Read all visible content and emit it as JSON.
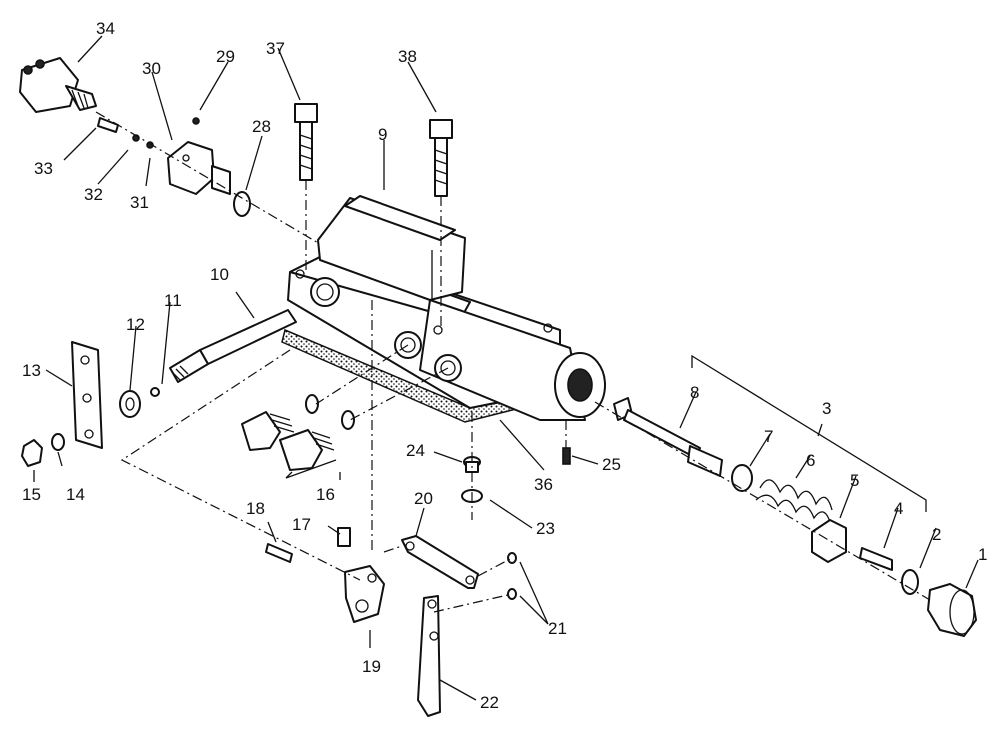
{
  "diagram": {
    "type": "exploded-parts-view",
    "callouts": [
      "1",
      "2",
      "3",
      "4",
      "5",
      "6",
      "7",
      "8",
      "9",
      "10",
      "11",
      "12",
      "13",
      "14",
      "15",
      "16",
      "17",
      "18",
      "19",
      "20",
      "21",
      "22",
      "23",
      "24",
      "25",
      "28",
      "29",
      "30",
      "31",
      "32",
      "33",
      "34",
      "36",
      "37",
      "38"
    ]
  }
}
